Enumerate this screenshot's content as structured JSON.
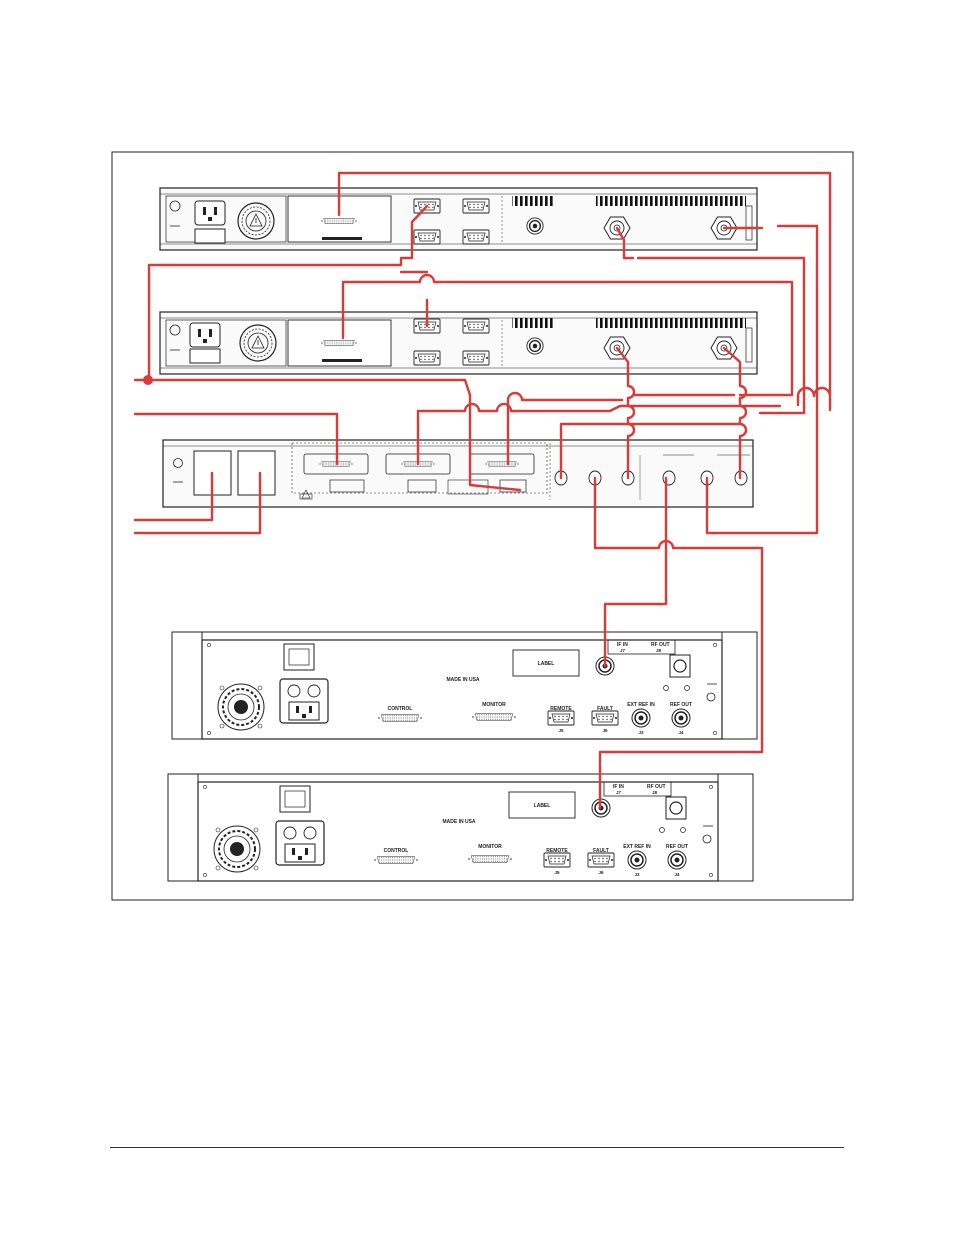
{
  "colors": {
    "cable": "#d93a3a",
    "line": "#222222",
    "chassis_fill": "#f5f5f5",
    "page": "#ffffff"
  },
  "converters": [
    {
      "made_in": "MADE IN USA",
      "label": "LABEL",
      "if_in": "IF IN",
      "if_in_id": "J7",
      "rf_out": "RF OUT",
      "rf_out_id": "J8",
      "control": "CONTROL",
      "monitor": "MONITOR",
      "remote": "REMOTE",
      "remote_id": "J5",
      "fault": "FAULT",
      "fault_id": "J6",
      "ext_ref_in": "EXT REF IN",
      "ext_ref_in_id": "J3",
      "ref_out": "REF OUT",
      "ref_out_id": "J4"
    },
    {
      "made_in": "MADE IN USA",
      "label": "LABEL",
      "if_in": "IF IN",
      "if_in_id": "J7",
      "rf_out": "RF OUT",
      "rf_out_id": "J8",
      "control": "CONTROL",
      "monitor": "MONITOR",
      "remote": "REMOTE",
      "remote_id": "J5",
      "fault": "FAULT",
      "fault_id": "J6",
      "ext_ref_in": "EXT REF IN",
      "ext_ref_in_id": "J3",
      "ref_out": "REF OUT",
      "ref_out_id": "J4"
    }
  ]
}
